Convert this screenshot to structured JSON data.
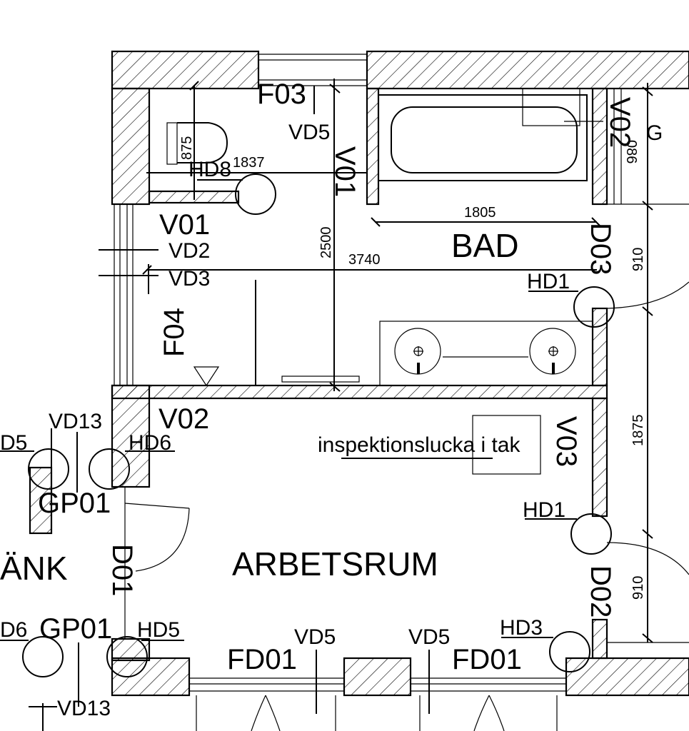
{
  "rooms": {
    "bad": "BAD",
    "arbetsrum": "ARBETSRUM",
    "left_partial": "ÄNK"
  },
  "annotation": "inspektionslucka i tak",
  "labels": {
    "f03": "F03",
    "vd5_top": "VD5",
    "v01_vertical": "V01",
    "v02_top_right": "V02",
    "g_partial": "G",
    "hd8": "HD8",
    "v01_left": "V01",
    "vd2": "VD2",
    "vd3": "VD3",
    "f04": "F04",
    "d03": "D03",
    "hd1_upper": "HD1",
    "v02_mid": "V02",
    "vd13_top": "VD13",
    "hd5_left_partial": "D5",
    "hd6": "HD6",
    "gp01_top": "GP01",
    "v03": "V03",
    "hd1_lower": "HD1",
    "d01": "D01",
    "d02": "D02",
    "hd6_partial": "D6",
    "gp01_bottom": "GP01",
    "hd5": "HD5",
    "vd5_left": "VD5",
    "vd5_right": "VD5",
    "fd01_left": "FD01",
    "fd01_right": "FD01",
    "hd3": "HD3",
    "vd13_bottom": "VD13"
  },
  "dimensions": {
    "d875": "875",
    "d1837": "1837",
    "d2500": "2500",
    "d1805": "1805",
    "d3740": "3740",
    "d910_top": "910",
    "d1875": "1875",
    "d910_bottom": "910",
    "d086_partial": "086"
  }
}
